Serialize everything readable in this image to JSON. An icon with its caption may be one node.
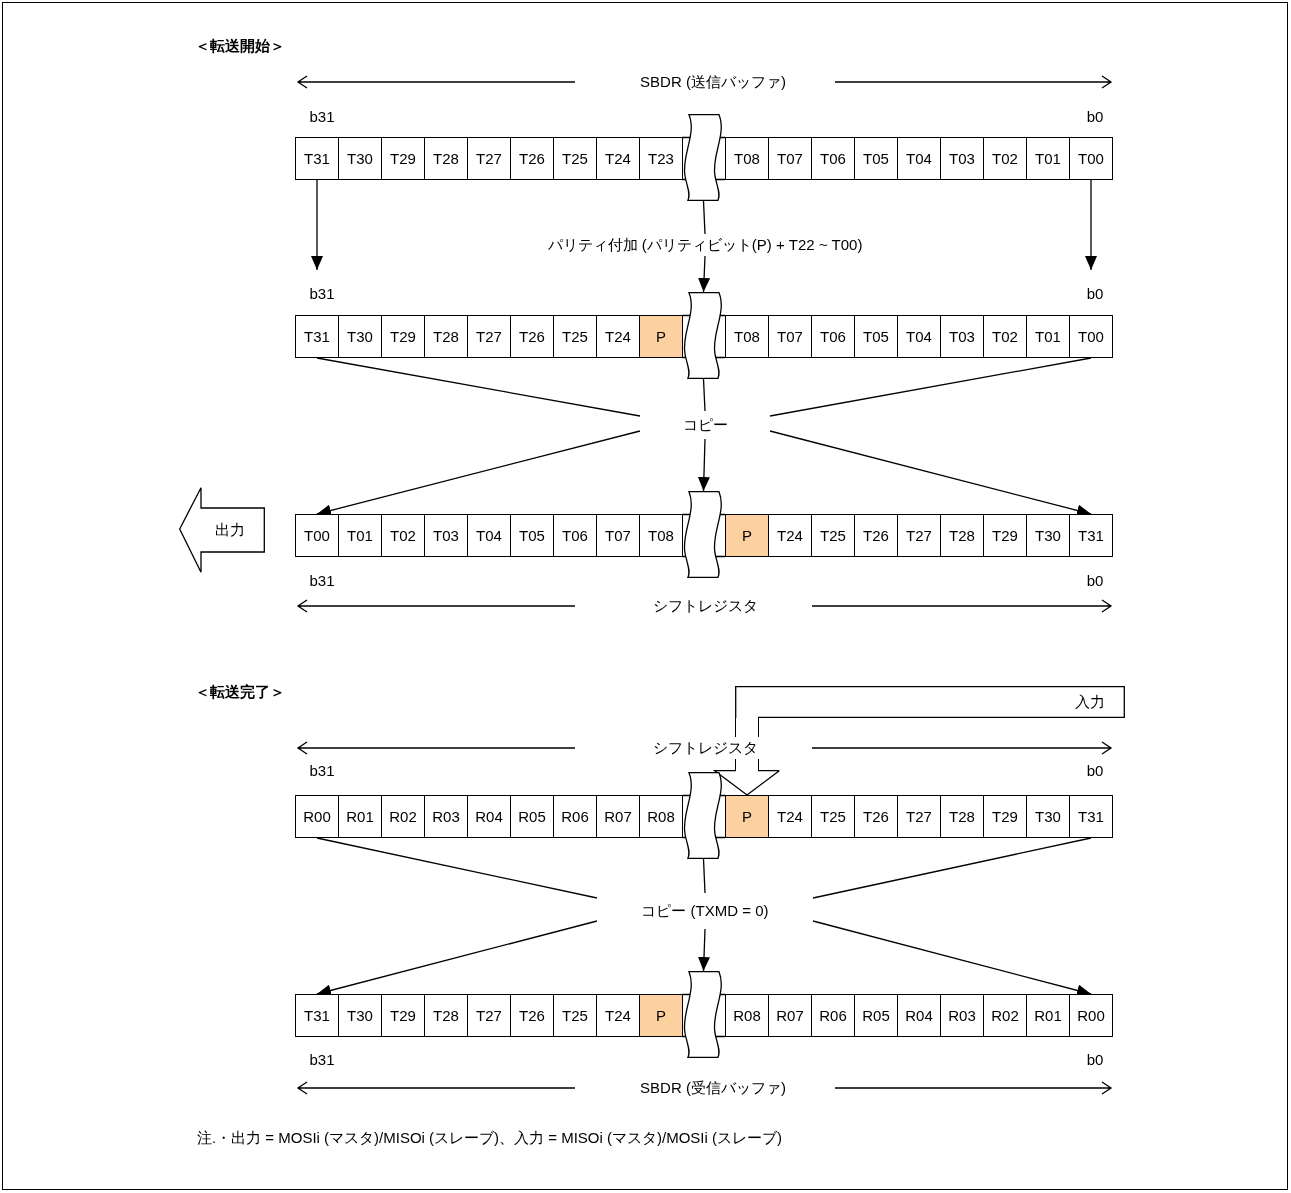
{
  "diagram": {
    "nodes": [
      {
        "text": [
          "T31"
        ]
      },
      {
        "text": [
          "T30"
        ]
      },
      {
        "text": [
          "T29"
        ]
      },
      {
        "text": [
          "T28"
        ]
      },
      {
        "text": [
          "T27"
        ]
      },
      {
        "text": [
          "T26"
        ]
      },
      {
        "text": [
          "T25"
        ]
      },
      {
        "text": [
          "T24"
        ]
      },
      {
        "text": [
          "T23"
        ]
      },
      {
        "text": [],
        "shape": "wave"
      },
      {
        "text": [
          "T08"
        ]
      },
      {
        "text": [
          "T07"
        ]
      },
      {
        "text": [
          "T06"
        ]
      },
      {
        "text": [
          "T05"
        ]
      },
      {
        "text": [
          "T04"
        ]
      },
      {
        "text": [
          "T03"
        ]
      },
      {
        "text": [
          "T02"
        ]
      },
      {
        "text": [
          "T01"
        ]
      },
      {
        "text": [
          "T00"
        ]
      },
      {
        "text": [
          "パリティ付加 (パリティビット(P) + T22 ~ T00)"
        ]
      },
      {
        "text": [
          "T31"
        ]
      },
      {
        "text": [
          "T30"
        ]
      },
      {
        "text": [
          "T29"
        ]
      },
      {
        "text": [
          "T28"
        ]
      },
      {
        "text": [
          "T27"
        ]
      },
      {
        "text": [
          "T26"
        ]
      },
      {
        "text": [
          "T25"
        ]
      },
      {
        "text": [
          "T24"
        ]
      },
      {
        "text": [
          "P"
        ]
      },
      {
        "text": [],
        "shape": "wave"
      },
      {
        "text": [
          "T08"
        ]
      },
      {
        "text": [
          "T07"
        ]
      },
      {
        "text": [
          "T06"
        ]
      },
      {
        "text": [
          "T05"
        ]
      },
      {
        "text": [
          "T04"
        ]
      },
      {
        "text": [
          "T03"
        ]
      },
      {
        "text": [
          "T02"
        ]
      },
      {
        "text": [
          "T01"
        ]
      },
      {
        "text": [
          "T00"
        ]
      },
      {
        "text": [
          "コピー"
        ]
      },
      {
        "text": [
          "出力"
        ]
      },
      {
        "text": [
          "T00"
        ]
      },
      {
        "text": [
          "T01"
        ]
      },
      {
        "text": [
          "T02"
        ]
      },
      {
        "text": [
          "T03"
        ]
      },
      {
        "text": [
          "T04"
        ]
      },
      {
        "text": [
          "T05"
        ]
      },
      {
        "text": [
          "T06"
        ]
      },
      {
        "text": [
          "T07"
        ]
      },
      {
        "text": [
          "T08"
        ]
      },
      {
        "text": [],
        "shape": "wave"
      },
      {
        "text": [
          "P"
        ]
      },
      {
        "text": [
          "T24"
        ]
      },
      {
        "text": [
          "T25"
        ]
      },
      {
        "text": [
          "T26"
        ]
      },
      {
        "text": [
          "T27"
        ]
      },
      {
        "text": [
          "T28"
        ]
      },
      {
        "text": [
          "T29"
        ]
      },
      {
        "text": [
          "T30"
        ]
      },
      {
        "text": [
          "T31"
        ]
      },
      {
        "text": [
          "入力"
        ]
      },
      {
        "text": [
          "R00"
        ]
      },
      {
        "text": [
          "R01"
        ]
      },
      {
        "text": [
          "R02"
        ]
      },
      {
        "text": [
          "R03"
        ]
      },
      {
        "text": [
          "R04"
        ]
      },
      {
        "text": [
          "R05"
        ]
      },
      {
        "text": [
          "R06"
        ]
      },
      {
        "text": [
          "R07"
        ]
      },
      {
        "text": [
          "R08"
        ]
      },
      {
        "text": [],
        "shape": "wave"
      },
      {
        "text": [
          "P"
        ]
      },
      {
        "text": [
          "T24"
        ]
      },
      {
        "text": [
          "T25"
        ]
      },
      {
        "text": [
          "T26"
        ]
      },
      {
        "text": [
          "T27"
        ]
      },
      {
        "text": [
          "T28"
        ]
      },
      {
        "text": [
          "T29"
        ]
      },
      {
        "text": [
          "T30"
        ]
      },
      {
        "text": [
          "T31"
        ]
      },
      {
        "text": [
          "コピー (TXMD = 0)"
        ]
      },
      {
        "text": [
          "T31"
        ]
      },
      {
        "text": [
          "T30"
        ]
      },
      {
        "text": [
          "T29"
        ]
      },
      {
        "text": [
          "T28"
        ]
      },
      {
        "text": [
          "T27"
        ]
      },
      {
        "text": [
          "T26"
        ]
      },
      {
        "text": [
          "T25"
        ]
      },
      {
        "text": [
          "T24"
        ]
      },
      {
        "text": [
          "P"
        ]
      },
      {
        "text": [],
        "shape": "wave"
      },
      {
        "text": [
          "R08"
        ]
      },
      {
        "text": [
          "R07"
        ]
      },
      {
        "text": [
          "R06"
        ]
      },
      {
        "text": [
          "R05"
        ]
      },
      {
        "text": [
          "R04"
        ]
      },
      {
        "text": [
          "R03"
        ]
      },
      {
        "text": [
          "R02"
        ]
      },
      {
        "text": [
          "R01"
        ]
      },
      {
        "text": [
          "R00"
        ]
      }
    ],
    "edges": [
      {
        "from": 0,
        "to": 20,
        "arrow": "to"
      },
      {
        "from": 18,
        "to": 38,
        "arrow": "to"
      },
      {
        "from": 9,
        "to": 19,
        "arrow": "none"
      },
      {
        "from": 19,
        "to": 29,
        "arrow": "to"
      },
      {
        "from": 20,
        "to": 39,
        "arrow": "none"
      },
      {
        "from": 38,
        "to": 39,
        "arrow": "none"
      },
      {
        "from": 29,
        "to": 39,
        "arrow": "none"
      },
      {
        "from": 39,
        "to": 41,
        "arrow": "to"
      },
      {
        "from": 39,
        "to": 50,
        "arrow": "to"
      },
      {
        "from": 39,
        "to": 59,
        "arrow": "to"
      },
      {
        "from": 60,
        "to": 71,
        "arrow": "to"
      },
      {
        "from": 61,
        "to": 80,
        "arrow": "none"
      },
      {
        "from": 79,
        "to": 80,
        "arrow": "none"
      },
      {
        "from": 70,
        "to": 80,
        "arrow": "none"
      },
      {
        "from": 80,
        "to": 81,
        "arrow": "to"
      },
      {
        "from": 80,
        "to": 90,
        "arrow": "to"
      },
      {
        "from": 80,
        "to": 99,
        "arrow": "to"
      }
    ],
    "labels": [
      "＜転送開始＞",
      "SBDR (送信バッファ)",
      "b31",
      "b0",
      "b31",
      "b0",
      "b31",
      "b0",
      "シフトレジスタ",
      "＜転送完了＞",
      "シフトレジスタ",
      "b31",
      "b0",
      "b31",
      "b0",
      "SBDR (受信バッファ)",
      "注.・出力 = MOSIi (マスタ)/MISOi (スレーブ)、入力 = MISOi (マスタ)/MOSIi (スレーブ)"
    ]
  }
}
